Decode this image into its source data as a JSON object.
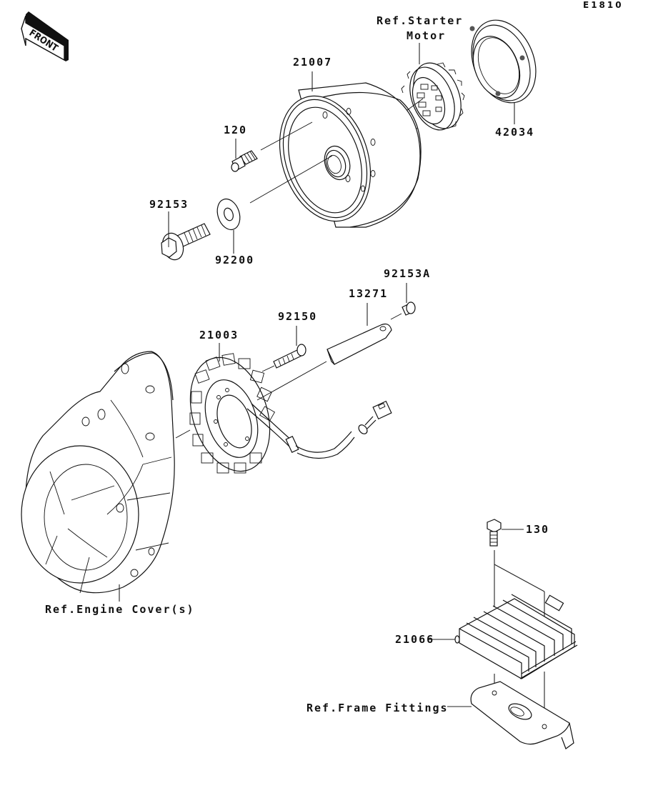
{
  "diagram": {
    "code": "E1810",
    "front_badge": "FRONT",
    "parts": [
      {
        "id": "21007",
        "label": "21007",
        "name": "flywheel-rotor"
      },
      {
        "id": "120",
        "label": "120",
        "name": "rotor-bolt-small"
      },
      {
        "id": "92153",
        "label": "92153",
        "name": "flange-bolt"
      },
      {
        "id": "92200",
        "label": "92200",
        "name": "washer"
      },
      {
        "id": "42034",
        "label": "42034",
        "name": "starter-clutch-gear-ring"
      },
      {
        "id": "21003",
        "label": "21003",
        "name": "stator"
      },
      {
        "id": "92150",
        "label": "92150",
        "name": "stator-bolt"
      },
      {
        "id": "13271",
        "label": "13271",
        "name": "wire-clamp-plate"
      },
      {
        "id": "92153A",
        "label": "92153A",
        "name": "clamp-bolt"
      },
      {
        "id": "130",
        "label": "130",
        "name": "regulator-bolt"
      },
      {
        "id": "21066",
        "label": "21066",
        "name": "regulator-rectifier"
      }
    ],
    "references": {
      "starter_motor_line1": "Ref.Starter",
      "starter_motor_line2": "Motor",
      "engine_cover": "Ref.Engine Cover(s)",
      "frame_fittings": "Ref.Frame Fittings"
    }
  }
}
